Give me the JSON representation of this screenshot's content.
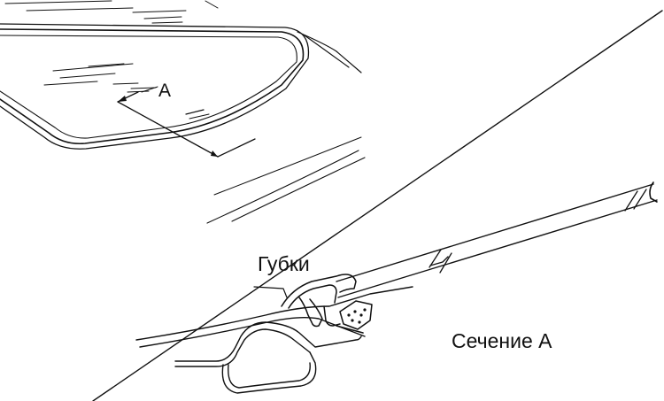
{
  "labels": {
    "callout_a": "A",
    "lips": "Губки",
    "section_title": "Сечение А"
  },
  "colors": {
    "line": "#111111",
    "background": "#ffffff"
  }
}
